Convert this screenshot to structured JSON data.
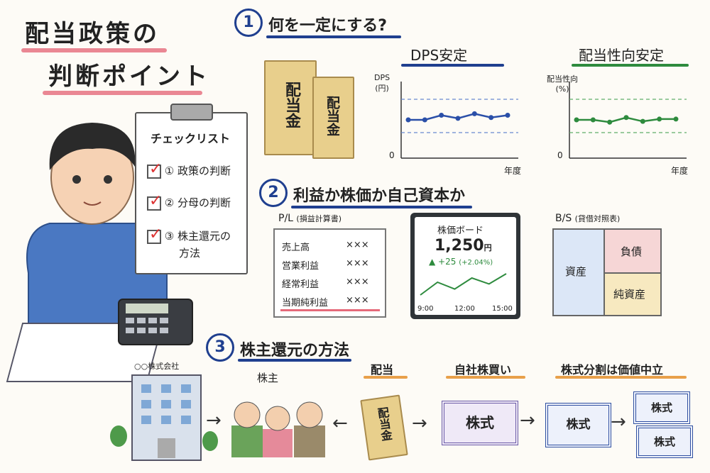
{
  "title": {
    "line1": "配当政策の",
    "line2": "判断ポイント"
  },
  "checklist": {
    "heading": "チェックリスト",
    "items": [
      "① 政策の判断",
      "② 分母の判断",
      "③ 株主還元の"
    ],
    "item3_line2": "方法"
  },
  "section1": {
    "number": "1",
    "title": "何を一定にする?",
    "envelope_label": "配当金",
    "dps_chart": {
      "title": "DPS安定",
      "ylabel_line1": "DPS",
      "ylabel_line2": "(円)",
      "zero": "0",
      "xlabel": "年度"
    },
    "payout_chart": {
      "title": "配当性向安定",
      "ylabel_line1": "配当性向",
      "ylabel_line2": "(%)",
      "zero": "0",
      "xlabel": "年度"
    }
  },
  "section2": {
    "number": "2",
    "title": "利益か株価か自己資本か",
    "pl": {
      "heading": "P/L",
      "heading_sub": "(損益計算書)",
      "rows": [
        {
          "label": "売上高",
          "value": "×××"
        },
        {
          "label": "営業利益",
          "value": "×××"
        },
        {
          "label": "経常利益",
          "value": "×××"
        },
        {
          "label": "当期純利益",
          "value": "×××"
        }
      ]
    },
    "stock_board": {
      "title": "株価ボード",
      "price": "1,250",
      "unit": "円",
      "change": "▲ +25",
      "change_pct": "(+2.04%)",
      "times": [
        "9:00",
        "12:00",
        "15:00"
      ]
    },
    "bs": {
      "heading": "B/S",
      "heading_sub": "(貸借対照表)",
      "assets": "資産",
      "liabilities": "負債",
      "equity": "純資産"
    }
  },
  "section3": {
    "number": "3",
    "title": "株主還元の方法",
    "company": "○○株式会社",
    "shareholders": "株主",
    "dividend": "配当",
    "dividend_env": "配当金",
    "buyback": "自社株買い",
    "cert": "株式",
    "split": "株式分割は価値中立"
  },
  "colors": {
    "navy": "#1f3f8f",
    "green": "#2e8b3e",
    "red": "#e56a7a",
    "orange": "#e8a04a"
  },
  "chart_data": [
    {
      "type": "line",
      "title": "DPS安定",
      "xlabel": "年度",
      "ylabel": "DPS (円)",
      "series": [
        {
          "values": [
            5,
            5,
            5.6,
            5.2,
            5.8,
            5.3,
            5.6
          ]
        }
      ]
    },
    {
      "type": "line",
      "title": "配当性向安定",
      "xlabel": "年度",
      "ylabel": "配当性向 (%)",
      "series": [
        {
          "values": [
            5,
            5,
            4.7,
            5.3,
            4.8,
            5.1,
            5.1
          ]
        }
      ]
    },
    {
      "type": "line",
      "title": "株価ボード",
      "x": [
        "9:00",
        "12:00",
        "15:00"
      ],
      "series": [
        {
          "values": [
            1225,
            1240,
            1232,
            1245,
            1238,
            1250
          ]
        }
      ]
    }
  ]
}
